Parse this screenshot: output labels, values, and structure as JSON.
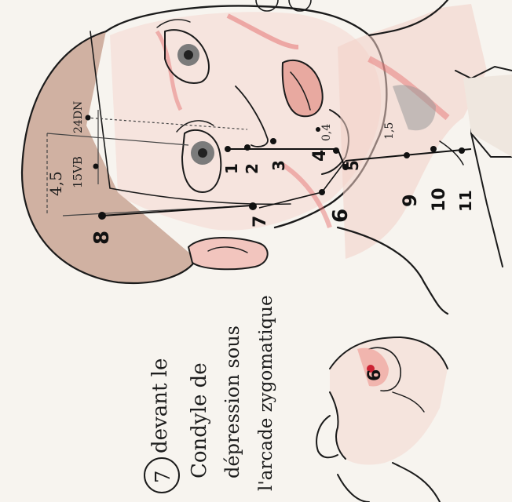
{
  "note": {
    "number": "7",
    "lines": [
      "devant le",
      "Condyle de",
      "dépression sous",
      "l'arcade zygomatique"
    ]
  },
  "measures": {
    "top_left": "4,5",
    "left_a": "15VB",
    "left_b": "24DN",
    "mid_a": "0,4",
    "mid_b": "1,5"
  },
  "points": {
    "p1": "1",
    "p2": "2",
    "p3": "3",
    "p4": "4",
    "p5": "5",
    "p6": "6",
    "p7": "7",
    "p8": "8",
    "p9": "9",
    "p10": "10",
    "p11": "11",
    "profile_point": "6"
  },
  "colors": {
    "skin_red": "#e45a5a",
    "skin_pink": "#f0b0a8",
    "hair_brown": "#b38a77",
    "paper": "#f7f4ef",
    "ink": "#1b1b1b"
  }
}
